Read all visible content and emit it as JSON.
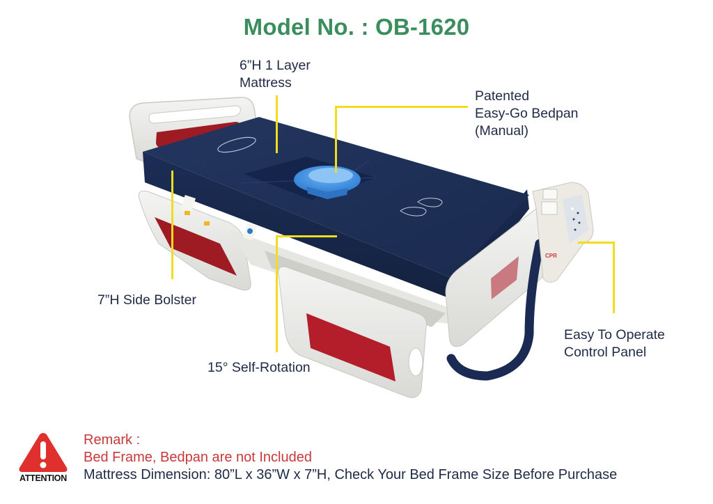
{
  "header": {
    "title": "Model No. : OB-1620"
  },
  "callouts": {
    "mattress": {
      "line1": "6”H 1 Layer",
      "line2": "Mattress"
    },
    "bedpan": {
      "line1": "Patented",
      "line2": "Easy-Go Bedpan",
      "line3": "(Manual)"
    },
    "side_bolster": {
      "line1": "7”H Side Bolster"
    },
    "rotation": {
      "line1": "15° Self-Rotation"
    },
    "control_panel": {
      "line1": "Easy To Operate",
      "line2": "Control Panel"
    }
  },
  "product": {
    "panel_badge": "CPR"
  },
  "remark": {
    "heading": "Remark :",
    "not_included": "Bed Frame, Bedpan are not Included",
    "dimension": "Mattress Dimension: 80”L x 36”W x 7”H, Check Your Bed Frame Size Before Purchase"
  },
  "attention": {
    "icon": "warning-triangle-icon",
    "label": "ATTENTION"
  },
  "colors": {
    "title_green": "#3a8d5c",
    "leader_yellow": "#f2dd1c",
    "remark_red": "#c9383a",
    "text_navy": "#1f2a44",
    "mattress_navy": "#1e2f57",
    "frame_red": "#9e1b24",
    "bedpan_blue": "#3f8fe0"
  }
}
